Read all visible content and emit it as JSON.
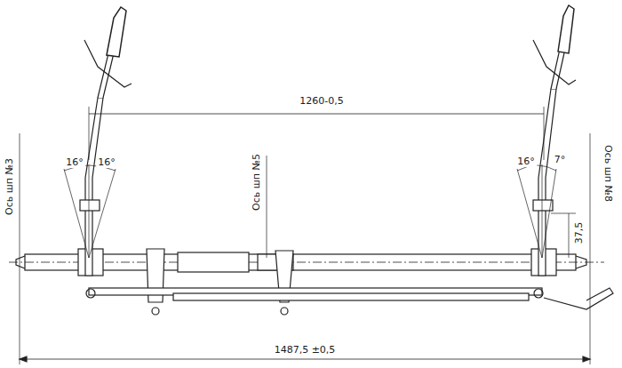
{
  "diagram": {
    "labels": [
      "1260-0,5",
      "16°",
      "16°",
      "16°",
      "7°",
      "Ось шп №3",
      "Ось шп №5",
      "Ось шп №8",
      "37,5",
      "1487,5 ±0,5"
    ]
  }
}
